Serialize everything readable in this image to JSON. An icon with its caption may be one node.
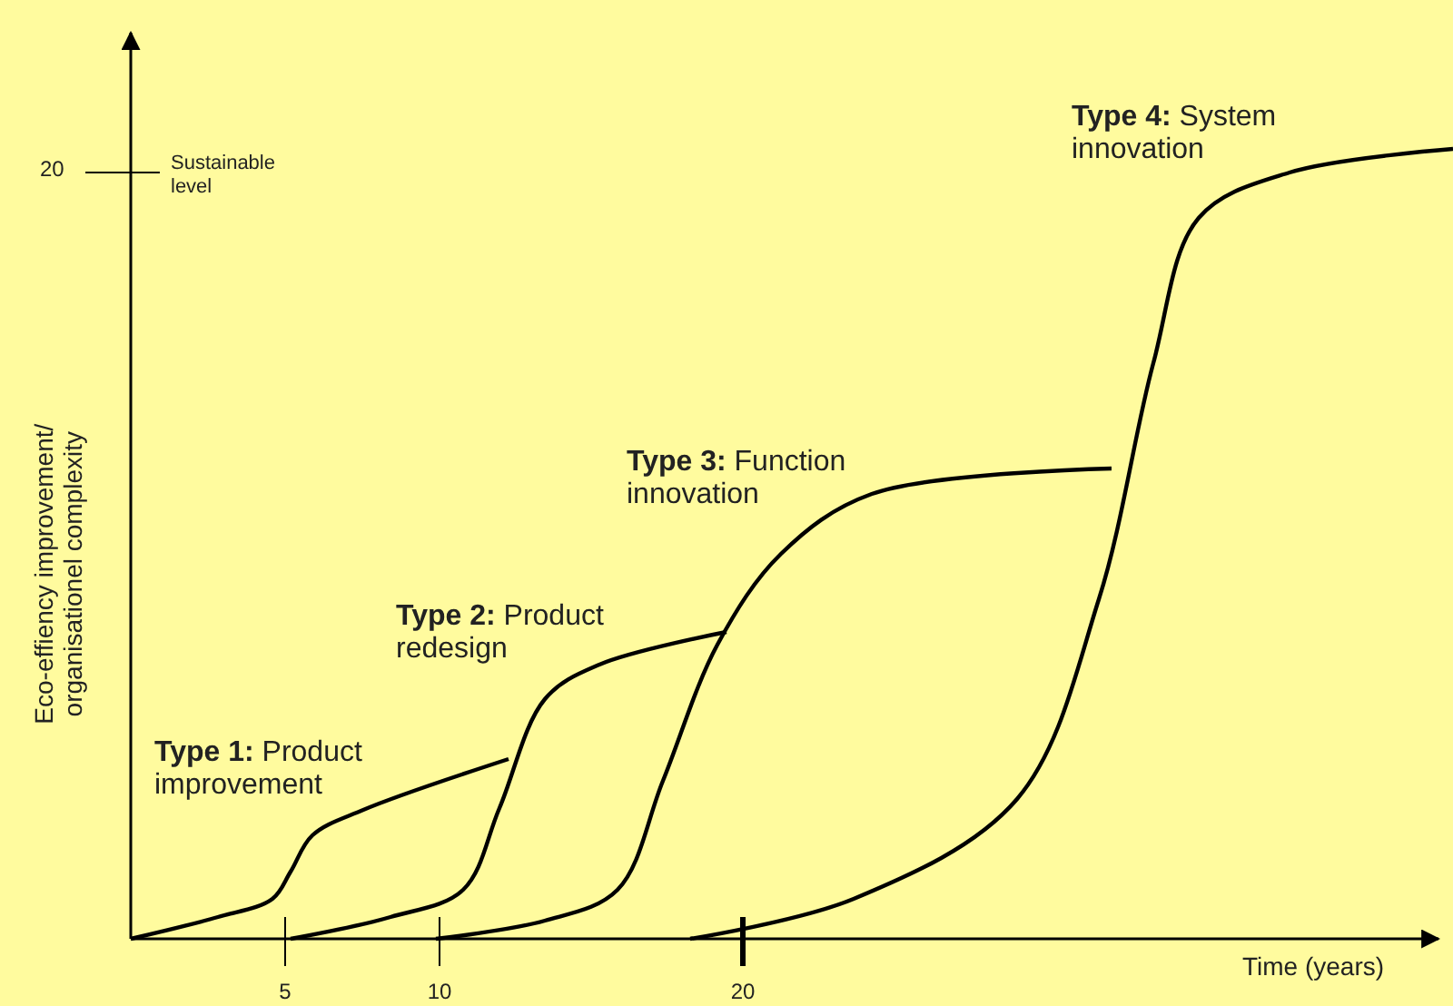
{
  "diagram": {
    "labels": [
      "Eco-effiency improvement/ organisationel complexity",
      "20",
      "Sustainable level",
      "**Type 1:** Product improvement",
      "**Type 2:** Product redesign",
      "**Type 3:** Function innovation",
      "**Type 4:** System innovation",
      "5",
      "10",
      "20",
      "Time (years)"
    ]
  }
}
